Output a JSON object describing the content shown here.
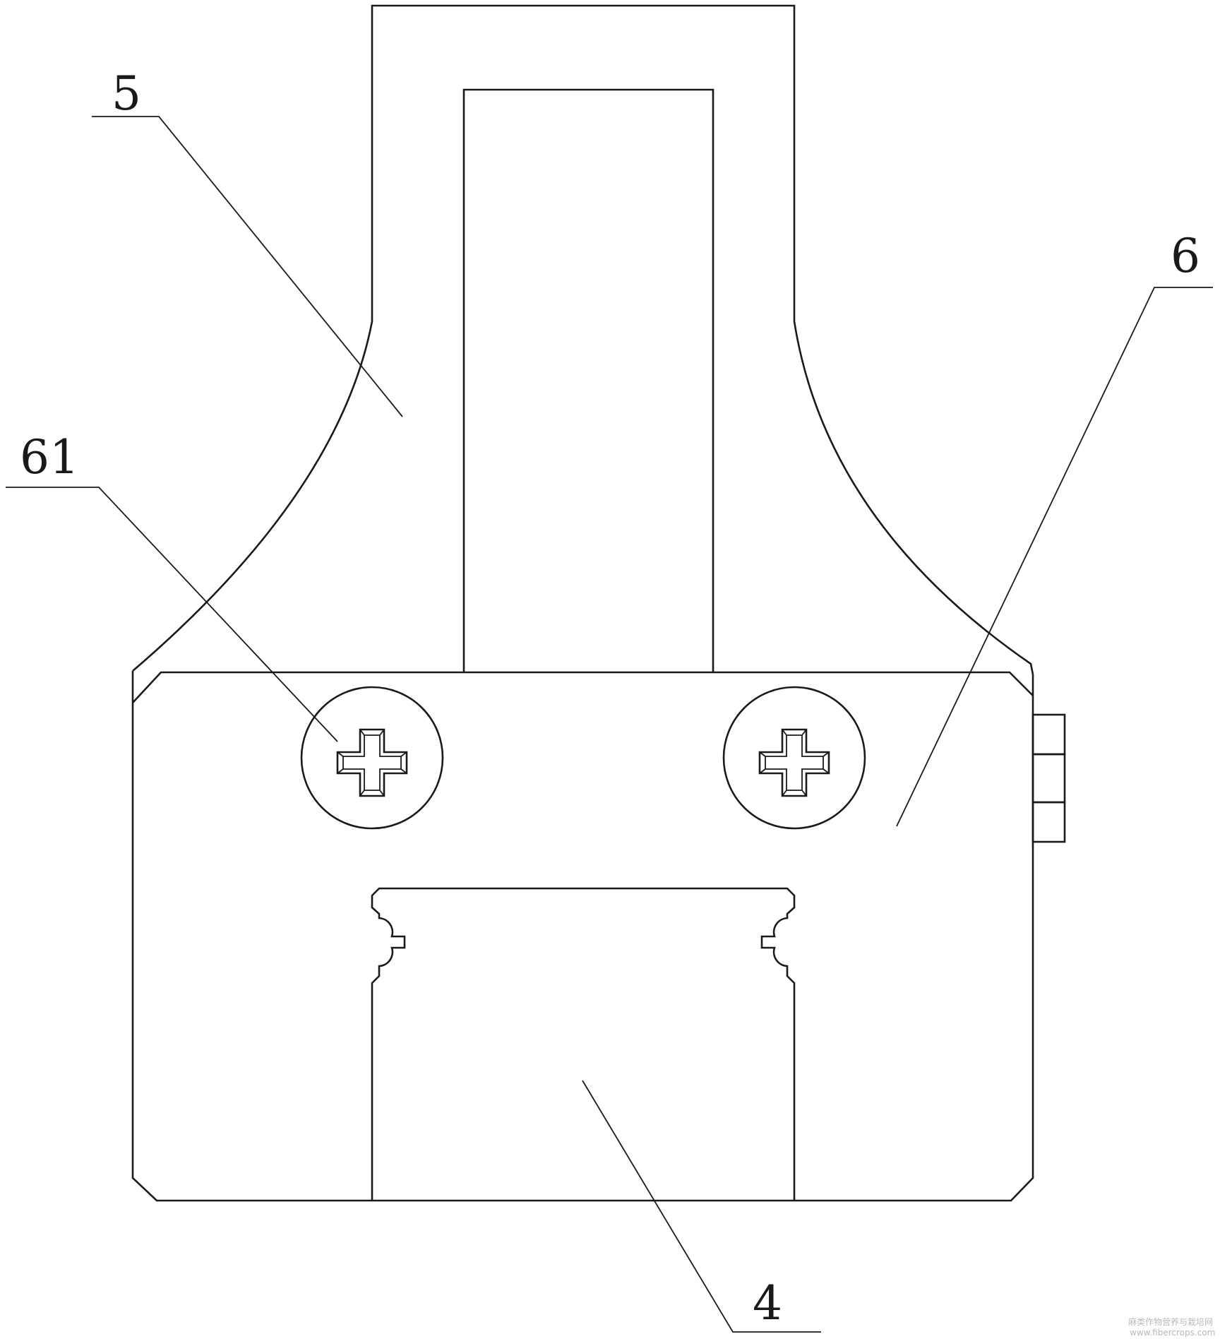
{
  "callouts": {
    "c5": "5",
    "c6": "6",
    "c61": "61",
    "c4": "4"
  },
  "watermark": {
    "line1": "麻类作物营养与栽培网",
    "line2": "www.fibercrops.com"
  },
  "colors": {
    "stroke": "#1a1a1a",
    "background": "#ffffff"
  }
}
